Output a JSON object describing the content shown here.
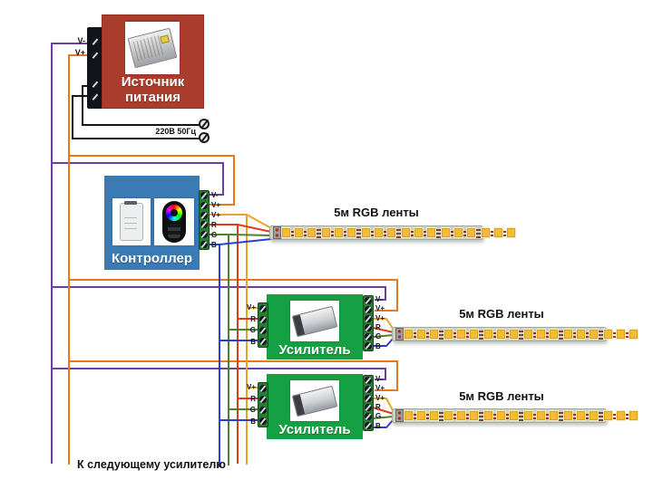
{
  "colors": {
    "wire_purple": "#6b3fa0",
    "wire_orange": "#e8781e",
    "wire_amber": "#eaa424",
    "wire_red": "#df3a20",
    "wire_green": "#4f8030",
    "wire_blue": "#2c3ed0",
    "wire_black": "#151515",
    "psu_red": "#a93c2b",
    "controller_blue": "#3a7ab5",
    "amp_green": "#15a143",
    "terminal_green": "#267d31",
    "terminal_black": "#111418",
    "strip_bg": "#cbd3c6",
    "led_yellow": "#f2bc3a"
  },
  "power_supply": {
    "title_line1": "Источник",
    "title_line2": "питания",
    "terminals": [
      "V-",
      "V+"
    ],
    "ac_label": "220В 50Гц"
  },
  "controller": {
    "title": "Контроллер",
    "right_terminals": [
      "V-",
      "V+",
      "V+",
      "R",
      "G",
      "B"
    ]
  },
  "amplifiers": [
    {
      "title": "Усилитель",
      "left_terminals": [
        "V+",
        "R",
        "G",
        "B"
      ],
      "right_terminals": [
        "V-",
        "V+",
        "V+",
        "R",
        "G",
        "B"
      ]
    },
    {
      "title": "Усилитель",
      "left_terminals": [
        "V+",
        "R",
        "G",
        "B"
      ],
      "right_terminals": [
        "V-",
        "V+",
        "V+",
        "R",
        "G",
        "B"
      ]
    }
  ],
  "strips": [
    {
      "label": "5м RGB ленты",
      "led_count": 18
    },
    {
      "label": "5м RGB ленты",
      "led_count": 18
    },
    {
      "label": "5м RGB ленты",
      "led_count": 18
    }
  ],
  "bottom_note": "К следующему усилителю"
}
